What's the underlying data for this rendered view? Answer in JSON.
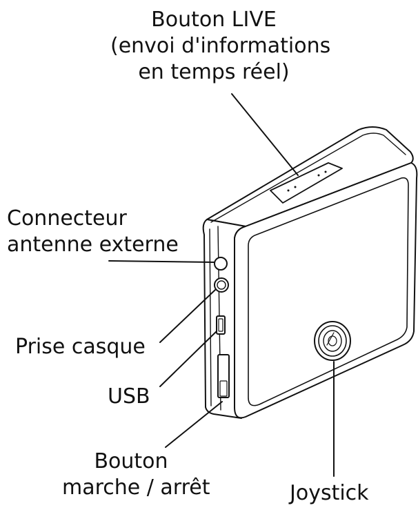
{
  "labels": {
    "live_button": {
      "line1": "Bouton LIVE",
      "line2": "(envoi d'informations",
      "line3": "en temps réel)"
    },
    "antenna_connector": {
      "line1": "Connecteur",
      "line2": "antenne externe"
    },
    "headphone_jack": "Prise casque",
    "usb": "USB",
    "power_button": {
      "line1": "Bouton",
      "line2": "marche / arrêt"
    },
    "joystick": "Joystick"
  },
  "colors": {
    "line": "#111111",
    "background": "#ffffff"
  }
}
